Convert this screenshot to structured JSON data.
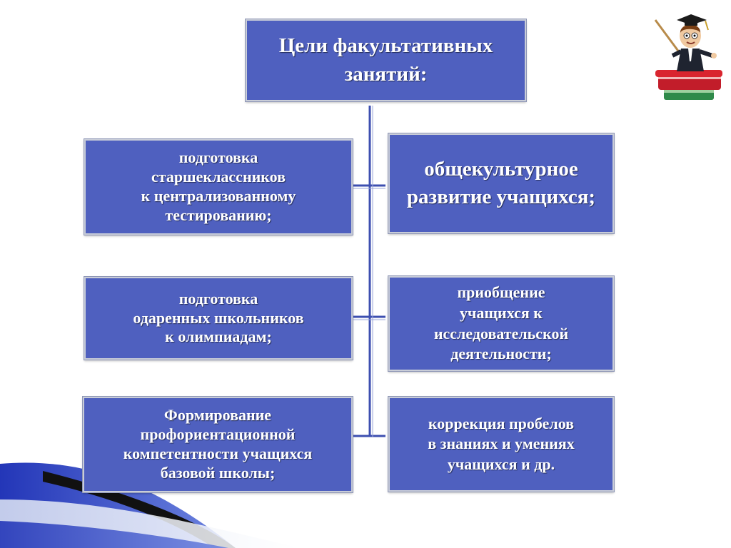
{
  "root": {
    "text": "Цели факультативных\nзанятий:"
  },
  "goals_left": [
    "подготовка\nстаршеклассников\nк централизованному\nтестированию;",
    "подготовка\nодаренных школьников\nк олимпиадам;",
    "Формирование\nпрофориентационной\nкомпетентности учащихся\nбазовой школы;"
  ],
  "goals_right": [
    "общекультурное\nразвитие учащихся;",
    "приобщение\nучащихся к\nисследовательской\nдеятельности;",
    "коррекция пробелов\nв знаниях и умениях\nучащихся и др."
  ],
  "colors": {
    "box_fill": "#4f60bf",
    "connector": "#3d4fb0",
    "accent_wave": "#1f2fa8"
  },
  "icons": {
    "teacher": "teacher-on-books-icon"
  }
}
